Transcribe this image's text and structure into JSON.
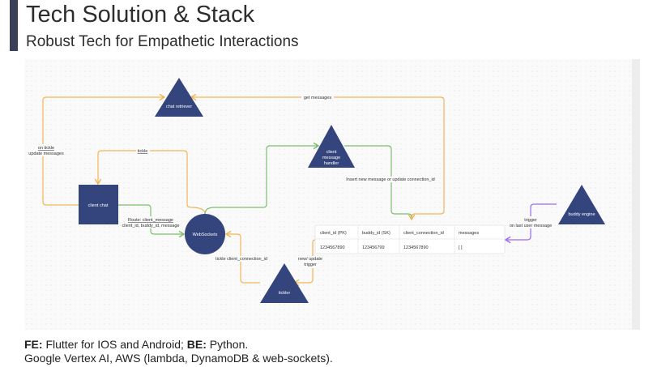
{
  "header": {
    "title": "Tech Solution & Stack",
    "subtitle": "Robust Tech for Empathetic Interactions"
  },
  "diagram": {
    "nodes": {
      "chat_retriever": "chat retriever",
      "client_message_handler": [
        "client",
        "message",
        "handler"
      ],
      "buddy_engine": "buddy engine",
      "tickler": "tickler",
      "client_chat": "client chat",
      "websockets": "WebSockets"
    },
    "edges": {
      "get_messages": "get messages",
      "on_tickle": [
        "on tickle",
        "update messages"
      ],
      "tickle": "tickle",
      "route": [
        "Route: client_message",
        "client_id, buddy_id, message"
      ],
      "insert": "Insert new message or update connection_id",
      "tickle_conn": "tickle client_connection_id",
      "new_update": [
        "new/ update",
        "trigger"
      ],
      "trigger": [
        "trigger",
        "on last user message"
      ]
    },
    "table": {
      "headers": [
        "client_id (PK)",
        "buddy_id (SK)",
        "client_connection_id",
        "messages"
      ],
      "rows": [
        [
          "1234567890",
          "123456799",
          "1234567890",
          "[ ]"
        ]
      ]
    },
    "colors": {
      "node": "#34447c",
      "orange": "#f0b656",
      "green": "#7dbd6e",
      "purple": "#9b6cf0"
    }
  },
  "footer": {
    "fe_label": "FE:",
    "fe_value": " Flutter for IOS and Android; ",
    "be_label": "BE:",
    "be_value": " Python.",
    "line2": "Google Vertex AI, AWS (lambda, DynamoDB & web-sockets)."
  }
}
